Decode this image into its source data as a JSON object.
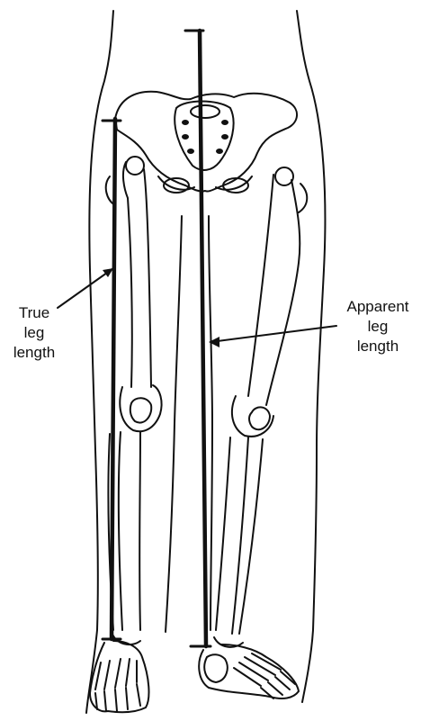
{
  "labels": {
    "true_leg_length": [
      "True",
      "leg",
      "length"
    ],
    "apparent_leg_length": [
      "Apparent",
      "leg",
      "length"
    ]
  },
  "colors": {
    "ink": "#111111",
    "background": "#ffffff"
  }
}
